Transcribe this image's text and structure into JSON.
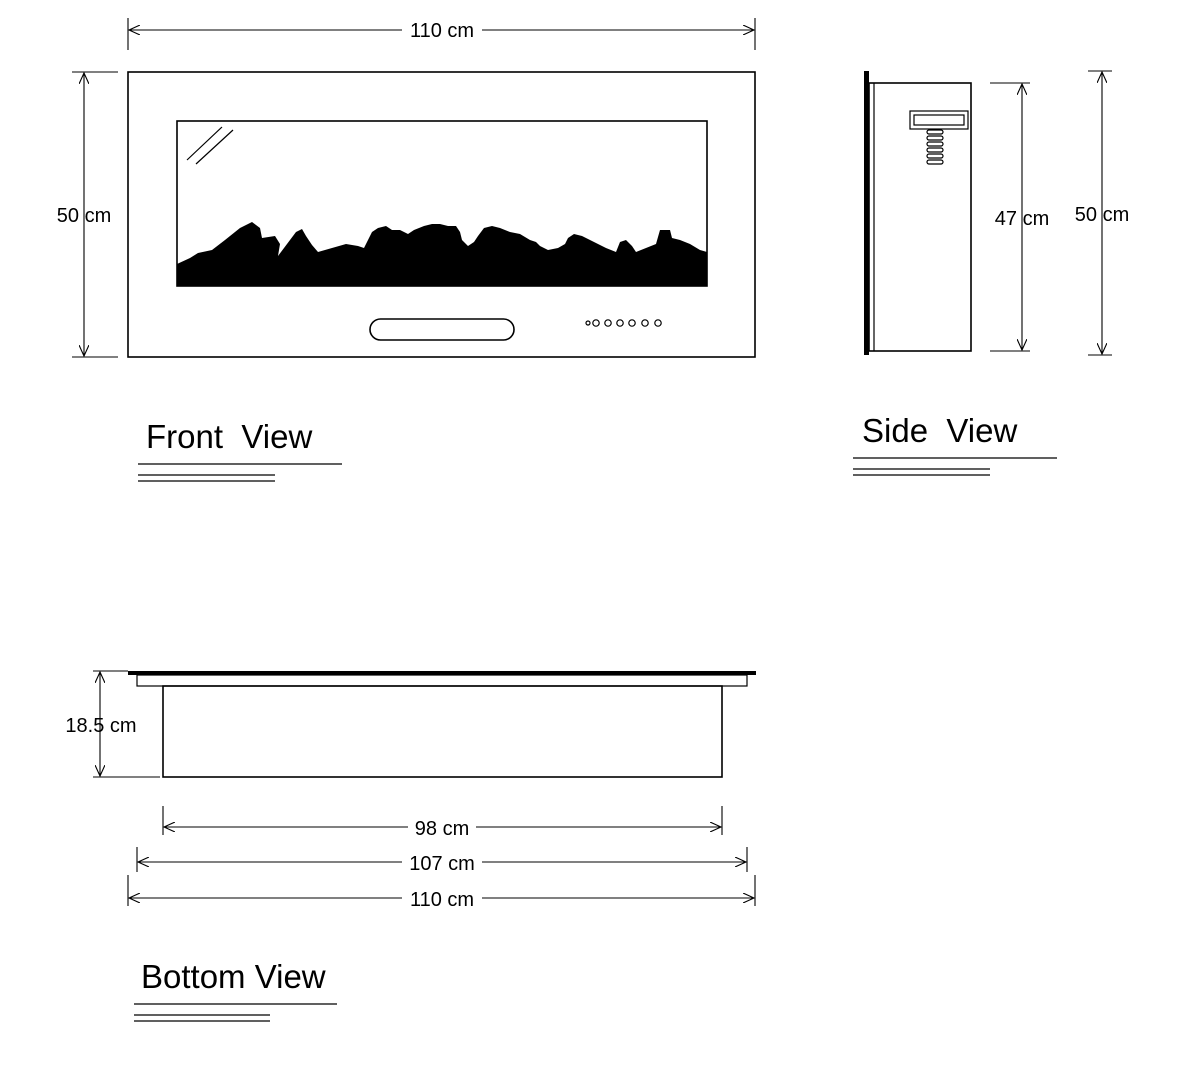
{
  "views": {
    "front": {
      "title": "Front  View",
      "width_label": "110 cm",
      "height_label": "50 cm"
    },
    "side": {
      "title": "Side  View",
      "inner_height_label": "47 cm",
      "outer_height_label": "50 cm"
    },
    "bottom": {
      "title": "Bottom View",
      "depth_label": "18.5 cm",
      "widths": [
        "98 cm",
        "107 cm",
        "110 cm"
      ]
    }
  },
  "colors": {
    "line": "#000000",
    "background": "#ffffff"
  }
}
